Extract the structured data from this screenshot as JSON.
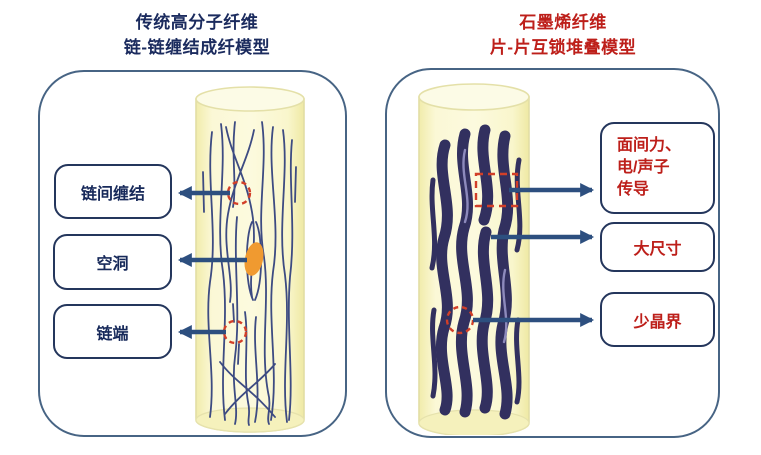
{
  "left_panel": {
    "title_line1": "传统高分子纤维",
    "title_line2": "链-链缠结成纤模型",
    "label_entanglement": "链间缠结",
    "label_void": "空洞",
    "label_chain_end": "链端"
  },
  "right_panel": {
    "title_line1": "石墨烯纤维",
    "title_line2": "片-片互锁堆叠模型",
    "conduction_label_line1": "面间力、",
    "conduction_label_line2": "电/声子",
    "conduction_label_line3": "传导",
    "label_large_size": "大尺寸",
    "label_few_grain_boundaries": "少晶界"
  },
  "colors": {
    "title_left_navy": "#1b2b5e",
    "title_right_red": "#bd1f1a",
    "panel_border": "#476484",
    "label_border": "#24365c",
    "label_text_navy": "#17295a",
    "label_text_red": "#bd1f1a",
    "arrow_blue": "#2d4f7f",
    "cylinder_fill": "#faf7d0",
    "cylinder_stroke": "#e2dea4",
    "polymer_chain_blue": "#3d4b82",
    "graphene_sheet_navy": "#32305f",
    "marker_dashed_red": "#d23f28",
    "void_orange": "#f09a30"
  }
}
